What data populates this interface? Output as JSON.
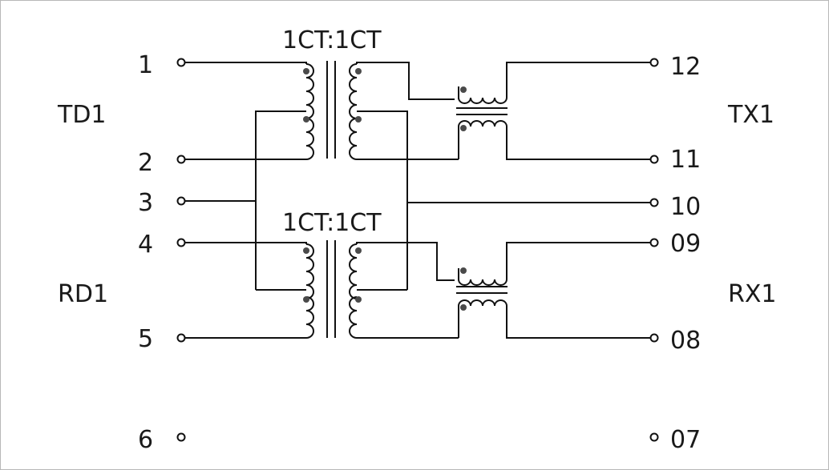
{
  "transformer_labels": [
    "1CT:1CT",
    "1CT:1CT"
  ],
  "groups": {
    "left_top": "TD1",
    "left_bottom": "RD1",
    "right_top": "TX1",
    "right_bottom": "RX1"
  },
  "pins": {
    "p1": "1",
    "p2": "2",
    "p3": "3",
    "p4": "4",
    "p5": "5",
    "p6": "6",
    "p12": "12",
    "p11": "11",
    "p10": "10",
    "p09": "09",
    "p08": "08",
    "p07": "07"
  }
}
